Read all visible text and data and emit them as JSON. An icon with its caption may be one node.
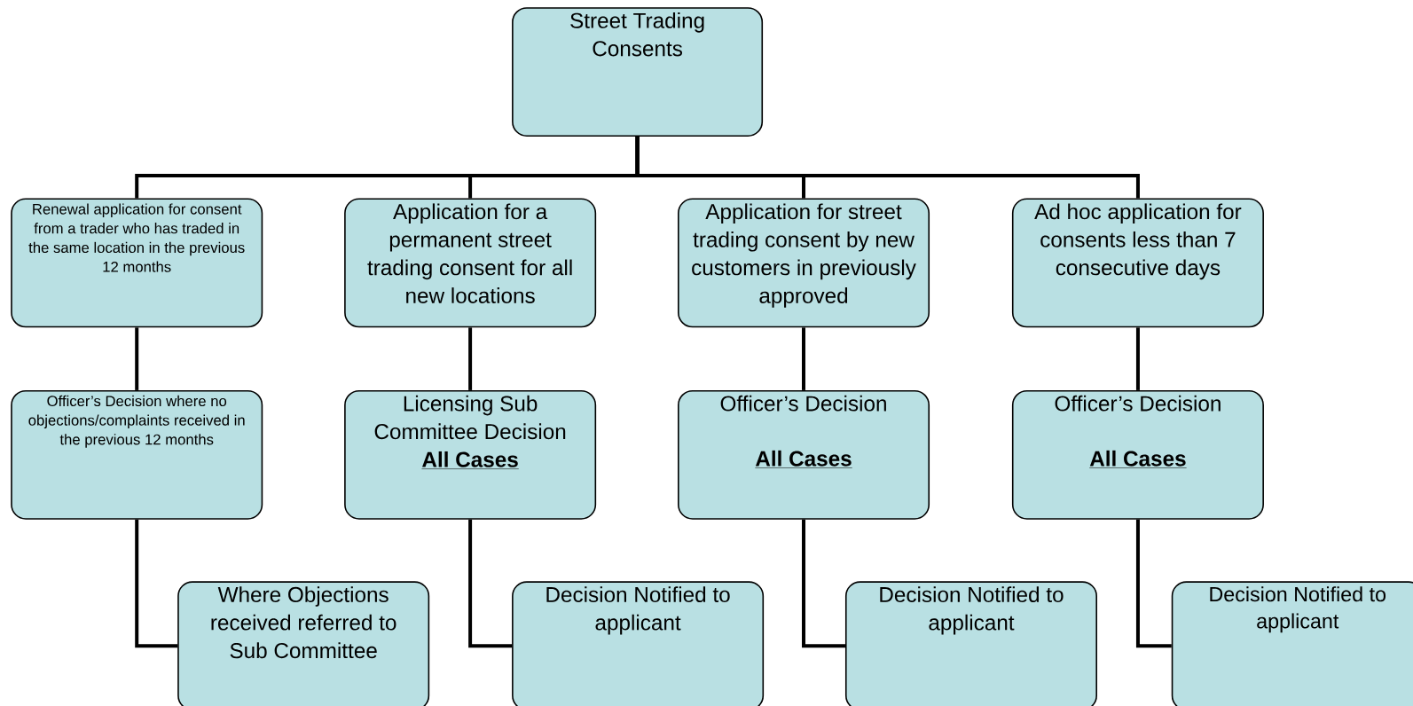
{
  "diagram": {
    "nodes": [
      {
        "text": [
          "Street Trading Consents"
        ]
      },
      {
        "text": [
          "Renewal application for consent from a trader who has traded in the same location in the previous 12 months"
        ]
      },
      {
        "text": [
          "Application for a permanent street trading consent for all new locations"
        ]
      },
      {
        "text": [
          "Application for street trading consent by new customers in previously approved"
        ]
      },
      {
        "text": [
          "Ad hoc application for consents less than 7 consecutive days"
        ]
      },
      {
        "text": [
          "Officer’s Decision where no objections/complaints received in the previous 12 months"
        ]
      },
      {
        "text": [
          "Licensing Sub Committee Decision",
          "All Cases"
        ]
      },
      {
        "text": [
          "Officer’s Decision",
          "All Cases"
        ]
      },
      {
        "text": [
          "Officer’s Decision",
          "All Cases"
        ]
      },
      {
        "text": [
          "Where Objections received referred to Sub Committee"
        ]
      },
      {
        "text": [
          "Decision Notified to applicant"
        ]
      },
      {
        "text": [
          "Decision Notified to applicant"
        ]
      },
      {
        "text": [
          "Decision Notified to applicant"
        ]
      }
    ],
    "edges": [
      {
        "from": 0,
        "to": 1,
        "arrow": "none"
      },
      {
        "from": 0,
        "to": 2,
        "arrow": "none"
      },
      {
        "from": 0,
        "to": 3,
        "arrow": "none"
      },
      {
        "from": 0,
        "to": 4,
        "arrow": "none"
      },
      {
        "from": 1,
        "to": 5,
        "arrow": "none"
      },
      {
        "from": 2,
        "to": 6,
        "arrow": "none"
      },
      {
        "from": 3,
        "to": 7,
        "arrow": "none"
      },
      {
        "from": 4,
        "to": 8,
        "arrow": "none"
      },
      {
        "from": 5,
        "to": 9,
        "arrow": "none"
      },
      {
        "from": 6,
        "to": 10,
        "arrow": "none"
      },
      {
        "from": 7,
        "to": 11,
        "arrow": "none"
      },
      {
        "from": 8,
        "to": 12,
        "arrow": "none"
      }
    ]
  }
}
